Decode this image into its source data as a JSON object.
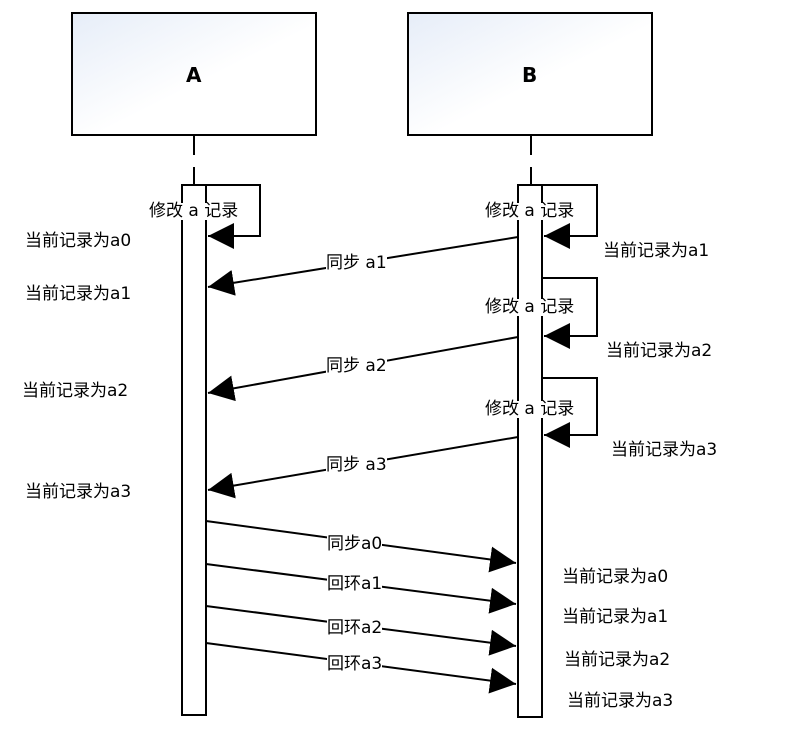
{
  "participants": [
    {
      "id": "A",
      "label": "A"
    },
    {
      "id": "B",
      "label": "B"
    }
  ],
  "colors": {
    "line": "#000000",
    "box_fill_start": "#e8eef9",
    "box_fill_end": "#ffffff"
  },
  "self_calls": [
    {
      "participant": "A",
      "label": "修改 a 记录",
      "result": "当前记录为a0"
    },
    {
      "participant": "B",
      "label": "修改 a 记录",
      "result": "当前记录为a1"
    },
    {
      "participant": "B",
      "label": "修改 a 记录",
      "result": "当前记录为a2"
    },
    {
      "participant": "B",
      "label": "修改 a 记录",
      "result": "当前记录为a3"
    }
  ],
  "messages": [
    {
      "from": "B",
      "to": "A",
      "label": "同步 a1",
      "result": "当前记录为a1"
    },
    {
      "from": "B",
      "to": "A",
      "label": "同步 a2",
      "result": "当前记录为a2"
    },
    {
      "from": "B",
      "to": "A",
      "label": "同步 a3",
      "result": "当前记录为a3"
    },
    {
      "from": "A",
      "to": "B",
      "label": "同步a0",
      "result": "当前记录为a0"
    },
    {
      "from": "A",
      "to": "B",
      "label": "回环a1",
      "result": "当前记录为a1"
    },
    {
      "from": "A",
      "to": "B",
      "label": "回环a2",
      "result": "当前记录为a2"
    },
    {
      "from": "A",
      "to": "B",
      "label": "回环a3",
      "result": "当前记录为a3"
    }
  ]
}
